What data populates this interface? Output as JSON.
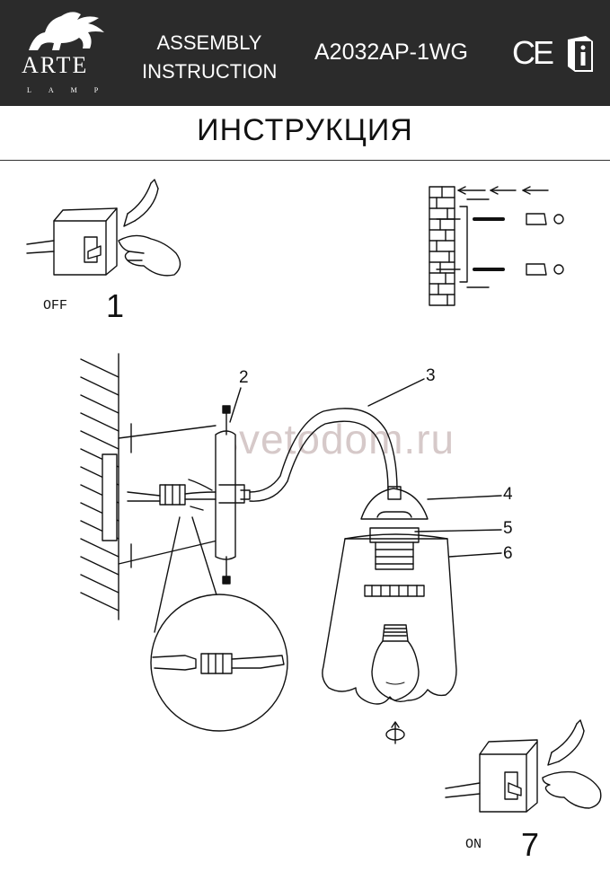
{
  "header": {
    "brand_name": "ARTE",
    "brand_sub": "LAMP",
    "title_line1": "ASSEMBLY",
    "title_line2": "INSTRUCTION",
    "model": "A2032AP-1WG",
    "ce_mark": "CE"
  },
  "main_title": "ИНСТРУКЦИЯ",
  "steps": {
    "start": {
      "number": "1",
      "state": "OFF"
    },
    "end": {
      "number": "7",
      "state": "ON"
    }
  },
  "parts": [
    "2",
    "3",
    "4",
    "5",
    "6"
  ],
  "watermark": "svetodom.ru",
  "icons": [
    "lion-logo-icon",
    "info-book-icon",
    "power-switch-icon",
    "hand-icon",
    "rotate-arrow-icon",
    "light-bulb-icon",
    "wall-bracket-icon",
    "screw-icon"
  ],
  "colors": {
    "header_bg": "#2b2b2b",
    "ink": "#111111",
    "watermark": "#c9b7b7"
  }
}
